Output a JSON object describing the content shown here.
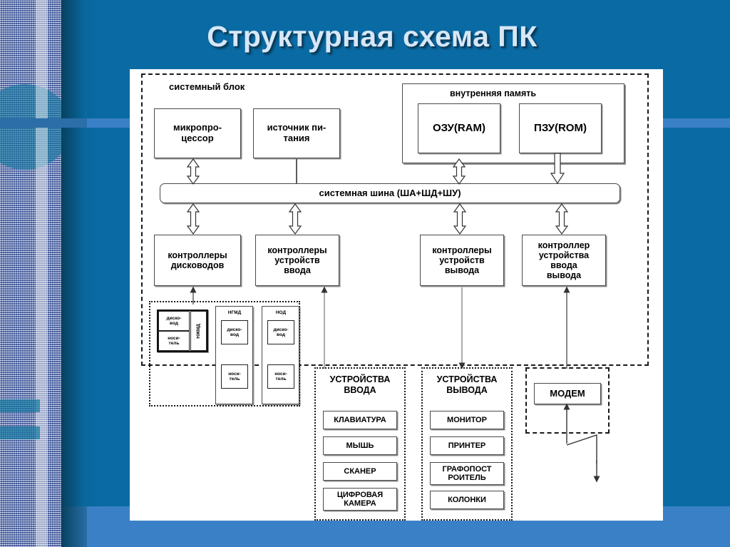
{
  "slide": {
    "title": "Структурная схема ПК",
    "accent_color": "#0a6ba4",
    "stripe_color": "#3a80c6",
    "title_color": "#d7e7f7"
  },
  "diagram": {
    "system_unit_label": "системный блок",
    "internal_memory_label": "внутренняя память",
    "memory_boxes": [
      {
        "label": "ОЗУ(RAM)"
      },
      {
        "label": "ПЗУ(ROM)"
      }
    ],
    "top_boxes": [
      {
        "label": "микропро-\nцессор"
      },
      {
        "label": "источник пи-\nтания"
      }
    ],
    "bus_label": "системная шина (ША+ШД+ШУ)",
    "controllers": [
      {
        "label": "контроллеры\nдисководов"
      },
      {
        "label": "контроллеры\nустройств\nввода"
      },
      {
        "label": "контроллеры\nустройств\nвывода"
      },
      {
        "label": "контроллер\nустройства\nввода\nвывода"
      }
    ],
    "drive_group": {
      "hdd": {
        "vertical_label": "НЖМД",
        "parts": [
          "диско-\nвод",
          "носи-\nтель"
        ]
      },
      "units": [
        {
          "title": "НГМД",
          "parts": [
            "диско-\nвод",
            "носи-\nтель"
          ]
        },
        {
          "title": "НОД",
          "parts": [
            "диско-\nвод",
            "носи-\nтель"
          ]
        }
      ]
    },
    "input_devices": {
      "title": "УСТРОЙСТВА\nВВОДА",
      "items": [
        "КЛАВИАТУРА",
        "МЫШЬ",
        "СКАНЕР",
        "ЦИФРОВАЯ\nКАМЕРА"
      ]
    },
    "output_devices": {
      "title": "УСТРОЙСТВА\nВЫВОДА",
      "items": [
        "МОНИТОР",
        "ПРИНТЕР",
        "ГРАФОПОСТ\nРОИТЕЛЬ",
        "КОЛОНКИ"
      ]
    },
    "modem": {
      "label": "МОДЕМ"
    }
  }
}
